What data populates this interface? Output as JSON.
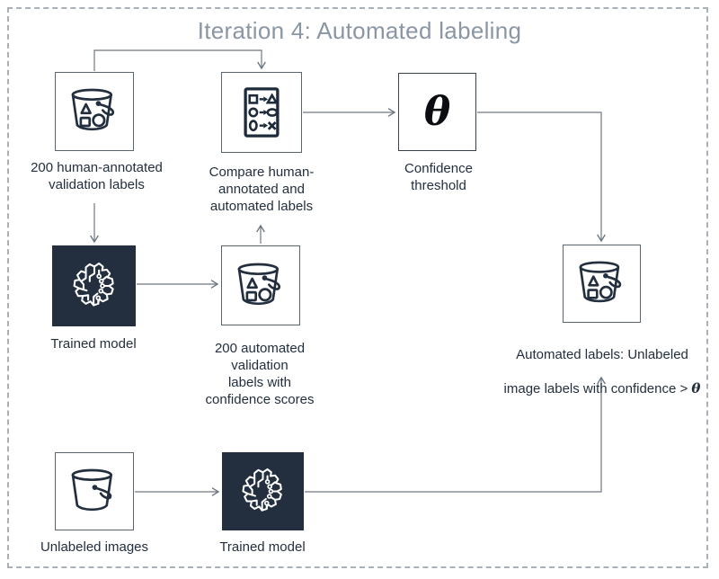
{
  "title": "Iteration 4: Automated labeling",
  "nodes": {
    "validation_bucket": {
      "label": "200 human-annotated\nvalidation labels",
      "icon": "s3-bucket-labels-icon"
    },
    "compare_labels": {
      "label": "Compare human-\nannotated and\nautomated labels",
      "icon": "compare-labels-icon"
    },
    "confidence_threshold": {
      "label": "Confidence\nthreshold",
      "symbol": "θ"
    },
    "trained_model_top": {
      "label": "Trained model",
      "icon": "ml-model-brain-icon"
    },
    "automated_bucket": {
      "label": "200 automated\nvalidation\nlabels with\nconfidence scores",
      "icon": "s3-bucket-labels-icon"
    },
    "final_bucket": {
      "label_line1": "Automated labels: Unlabeled",
      "label_line2": "image labels with confidence > ",
      "label_symbol": "θ",
      "icon": "s3-bucket-labels-icon"
    },
    "unlabeled_bucket": {
      "label": "Unlabeled images",
      "icon": "s3-bucket-empty-icon"
    },
    "trained_model_bottom": {
      "label": "Trained model",
      "icon": "ml-model-brain-icon"
    }
  },
  "colors": {
    "navy": "#232F3E",
    "icon_stroke": "#232F3E",
    "title_text": "#8A96A4",
    "label_text": "#232F3E",
    "connector": "#6E7780",
    "dashed_border": "#A9B0B8"
  }
}
